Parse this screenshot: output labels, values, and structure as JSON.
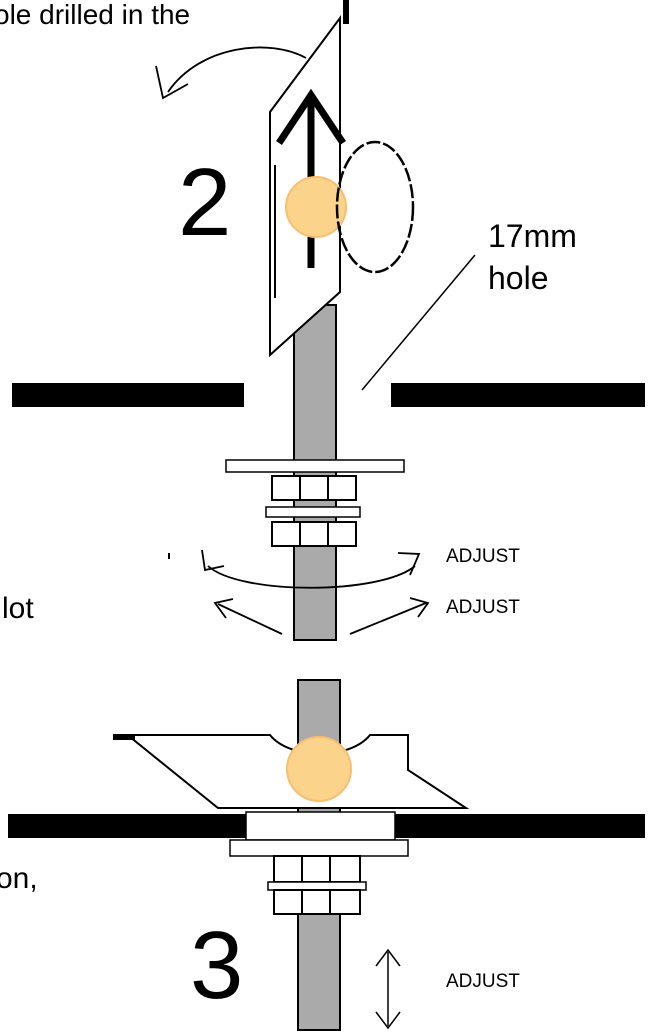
{
  "labels": {
    "top_text": "ole drilled in the",
    "step_2": "2",
    "hole_size_line1": "17mm",
    "hole_size_line2": "hole",
    "adjust_1": "ADJUST",
    "adjust_2": "ADJUST",
    "left_fragment_1": "lot",
    "left_fragment_2": "on,",
    "step_3": "3",
    "adjust_3": "ADJUST"
  },
  "colors": {
    "rod": "#aaaaaa",
    "ball_fill": "#fcd38a",
    "ball_stroke": "#f6bf73",
    "panel": "#000000",
    "line": "#000000",
    "paper": "#ffffff"
  }
}
